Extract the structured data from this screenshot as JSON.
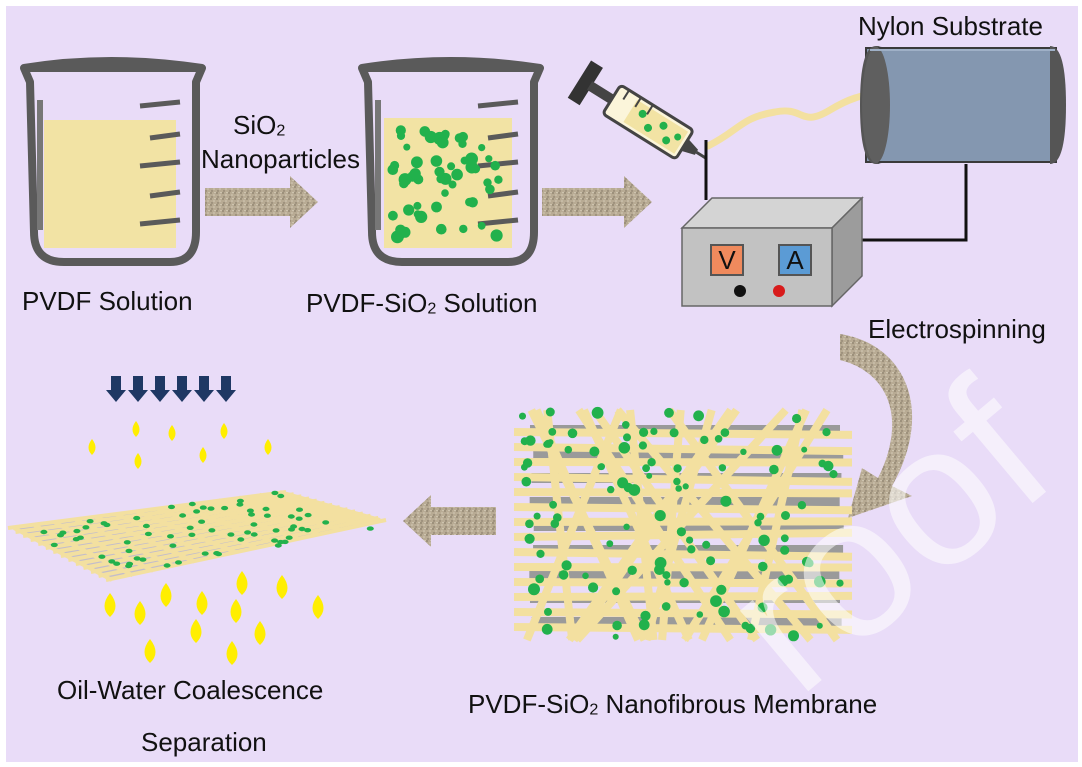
{
  "labels": {
    "pvdf_solution": "PVDF Solution",
    "sio2_prefix": "SiO",
    "sio2_sub": "2",
    "nanoparticles": "Nanoparticles",
    "pvdf_sio2_prefix": "PVDF-SiO",
    "pvdf_sio2_sub": "2",
    "pvdf_sio2_suffix": " Solution",
    "nylon_substrate": "Nylon Substrate",
    "electrospinning": "Electrospinning",
    "membrane_prefix": "PVDF-SiO",
    "membrane_sub": "2",
    "membrane_suffix": " Nanofibrous Membrane",
    "oil_water": "Oil-Water Coalescence",
    "separation": "Separation"
  },
  "power_supply": {
    "voltmeter": "V",
    "ammeter": "A"
  },
  "watermark": "roof",
  "colors": {
    "background": "#e9dcf8",
    "solution": "#f2e3a4",
    "nanoparticle": "#22b14c",
    "fiber": "#f3e0a0",
    "oil_droplet": "#ffee00",
    "arrow_down": "#1f3864",
    "voltmeter": "#f08a5d",
    "ammeter": "#5b9bd5"
  }
}
